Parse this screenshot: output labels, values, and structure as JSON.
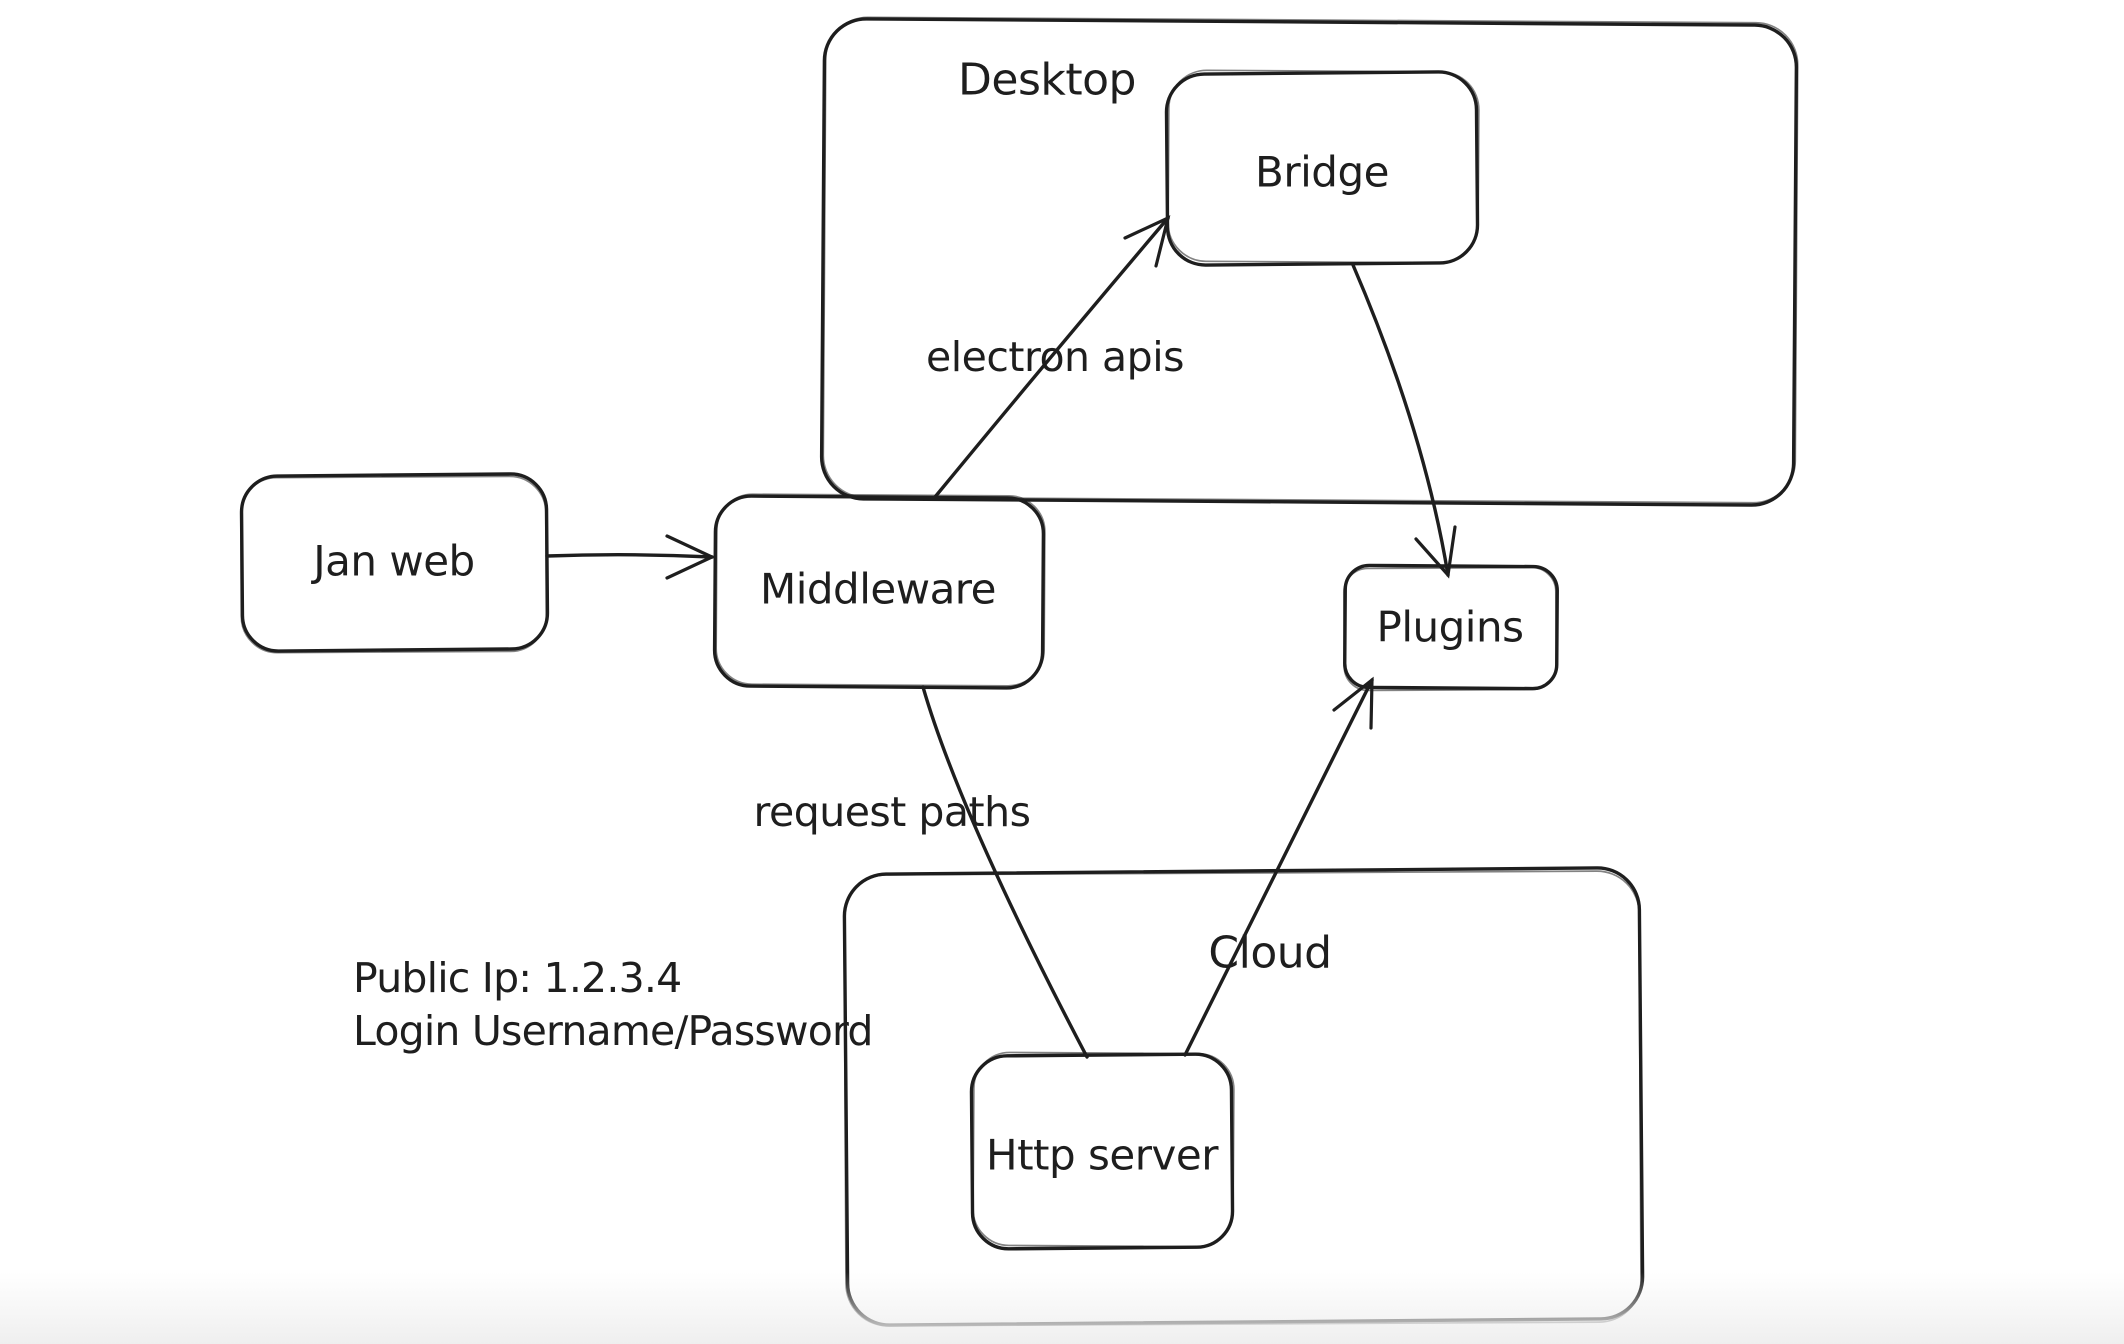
{
  "canvas": {
    "background": "#ffffff",
    "ink_color": "#1e1e1e",
    "bottom_fade_color": "#efefef"
  },
  "containers": {
    "desktop": {
      "label": "Desktop"
    },
    "cloud": {
      "label": "Cloud"
    }
  },
  "nodes": {
    "jan_web": {
      "label": "Jan web"
    },
    "middleware": {
      "label": "Middleware"
    },
    "bridge": {
      "label": "Bridge"
    },
    "plugins": {
      "label": "Plugins"
    },
    "http_server": {
      "label": "Http server"
    }
  },
  "edges": {
    "jan_web_to_middleware": {
      "from": "Jan web",
      "to": "Middleware",
      "label": ""
    },
    "middleware_to_bridge": {
      "from": "Middleware",
      "to": "Bridge",
      "label": "electron apis"
    },
    "bridge_to_plugins": {
      "from": "Bridge",
      "to": "Plugins",
      "label": ""
    },
    "middleware_to_http_server": {
      "from": "Middleware",
      "to": "Http server",
      "label": "request paths"
    },
    "http_server_to_plugins": {
      "from": "Http server",
      "to": "Plugins",
      "label": ""
    }
  },
  "annotations": {
    "line1": "Public Ip: 1.2.3.4",
    "line2": "Login Username/Password"
  }
}
